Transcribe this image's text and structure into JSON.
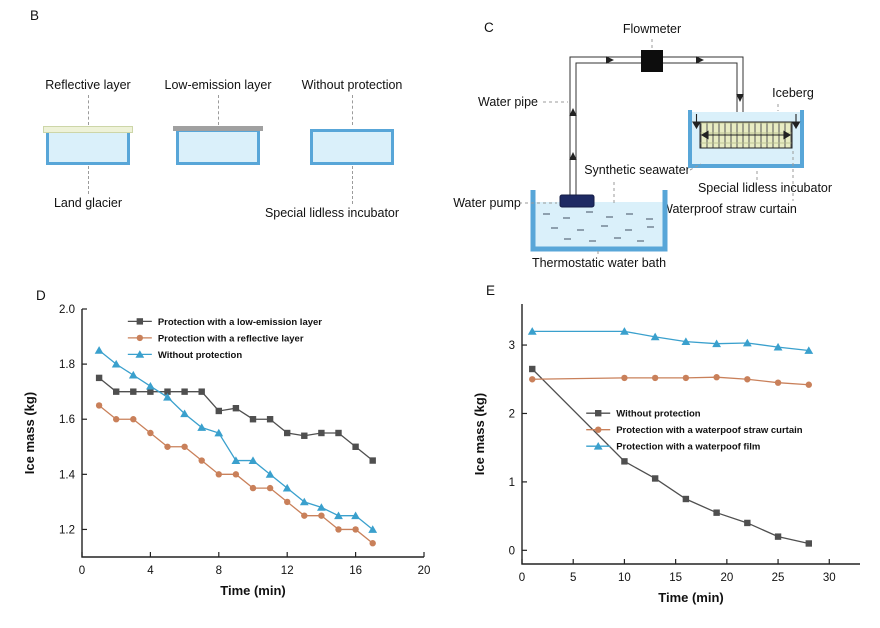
{
  "panelB": {
    "label": "B",
    "top_labels": [
      "Reflective layer",
      "Low-emission layer",
      "Without protection"
    ],
    "bottom_labels": [
      "Land glacier",
      "Special lidless incubator"
    ]
  },
  "panelC": {
    "label": "C",
    "labels": {
      "flowmeter": "Flowmeter",
      "water_pipe": "Water pipe",
      "iceberg": "Iceberg",
      "synthetic_seawater": "Synthetic seawater",
      "special_lidless_incubator": "Special lidless incubator",
      "water_pump": "Water pump",
      "waterproof_straw_curtain": "Waterproof straw curtain",
      "thermostatic_water_bath": "Thermostatic water bath"
    }
  },
  "colors": {
    "container_wall": "#58a6d8",
    "container_water": "#daf0fa",
    "reflective_layer": "#eef2d8",
    "low_emission_layer": "#a0a0a0",
    "straw_mat": "#e8ecc2",
    "pump": "#1e2a63",
    "series_gray": "#4f4f4f",
    "series_orange": "#c9805a",
    "series_blue": "#3aa0cd"
  },
  "chart_data": [
    {
      "id": "D",
      "panel_label": "D",
      "type": "line",
      "title": "",
      "xlabel": "Time (min)",
      "ylabel": "Ice mass (kg)",
      "xlim": [
        0,
        20
      ],
      "ylim": [
        1.1,
        2.0
      ],
      "xticks": [
        0,
        4,
        8,
        12,
        16,
        20
      ],
      "yticks": [
        1.2,
        1.4,
        1.6,
        1.8,
        2.0
      ],
      "ytick_decimals": 1,
      "grid": false,
      "legend_position": "upper-left-inside",
      "layout": {
        "margins": {
          "l": 62,
          "t": 26,
          "r": 16,
          "b": 46
        },
        "legend": {
          "x": 0.134,
          "y": 0.05
        }
      },
      "series": [
        {
          "name": "Protection with a low-emission layer",
          "color": "#4f4f4f",
          "marker": "square",
          "x": [
            1,
            2,
            3,
            4,
            5,
            6,
            7,
            8,
            9,
            10,
            11,
            12,
            13,
            14,
            15,
            16,
            17
          ],
          "y": [
            1.75,
            1.7,
            1.7,
            1.7,
            1.7,
            1.7,
            1.7,
            1.63,
            1.64,
            1.6,
            1.6,
            1.55,
            1.54,
            1.55,
            1.55,
            1.5,
            1.45
          ]
        },
        {
          "name": "Protection with a reflective layer",
          "color": "#c9805a",
          "marker": "circle",
          "x": [
            1,
            2,
            3,
            4,
            5,
            6,
            7,
            8,
            9,
            10,
            11,
            12,
            13,
            14,
            15,
            16,
            17
          ],
          "y": [
            1.65,
            1.6,
            1.6,
            1.55,
            1.5,
            1.5,
            1.45,
            1.4,
            1.4,
            1.35,
            1.35,
            1.3,
            1.25,
            1.25,
            1.2,
            1.2,
            1.15
          ]
        },
        {
          "name": "Without protection",
          "color": "#3aa0cd",
          "marker": "triangle",
          "x": [
            1,
            2,
            3,
            4,
            5,
            6,
            7,
            8,
            9,
            10,
            11,
            12,
            13,
            14,
            15,
            16,
            17
          ],
          "y": [
            1.85,
            1.8,
            1.76,
            1.72,
            1.68,
            1.62,
            1.57,
            1.55,
            1.45,
            1.45,
            1.4,
            1.35,
            1.3,
            1.28,
            1.25,
            1.25,
            1.2
          ]
        }
      ]
    },
    {
      "id": "E",
      "panel_label": "E",
      "type": "line",
      "title": "",
      "xlabel": "Time (min)",
      "ylabel": "Ice mass (kg)",
      "xlim": [
        0,
        33
      ],
      "ylim": [
        -0.2,
        3.6
      ],
      "xticks": [
        0,
        5,
        10,
        15,
        20,
        25,
        30
      ],
      "yticks": [
        0,
        1,
        2,
        3
      ],
      "ytick_decimals": 0,
      "grid": false,
      "legend_position": "middle-right-inside",
      "layout": {
        "margins": {
          "l": 52,
          "t": 28,
          "r": 14,
          "b": 62
        },
        "legend": {
          "x": 0.19,
          "y": 0.42
        }
      },
      "series": [
        {
          "name": "Without protection",
          "color": "#4f4f4f",
          "marker": "square",
          "x": [
            1,
            10,
            13,
            16,
            19,
            22,
            25,
            28
          ],
          "y": [
            2.65,
            1.3,
            1.05,
            0.75,
            0.55,
            0.4,
            0.2,
            0.1
          ]
        },
        {
          "name": "Protection with a waterpoof straw curtain",
          "color": "#c9805a",
          "marker": "circle",
          "x": [
            1,
            10,
            13,
            16,
            19,
            22,
            25,
            28
          ],
          "y": [
            2.5,
            2.52,
            2.52,
            2.52,
            2.53,
            2.5,
            2.45,
            2.42
          ]
        },
        {
          "name": "Protection with a waterpoof film",
          "color": "#3aa0cd",
          "marker": "triangle",
          "x": [
            1,
            10,
            13,
            16,
            19,
            22,
            25,
            28
          ],
          "y": [
            3.2,
            3.2,
            3.12,
            3.05,
            3.02,
            3.03,
            2.97,
            2.92
          ]
        }
      ]
    }
  ]
}
